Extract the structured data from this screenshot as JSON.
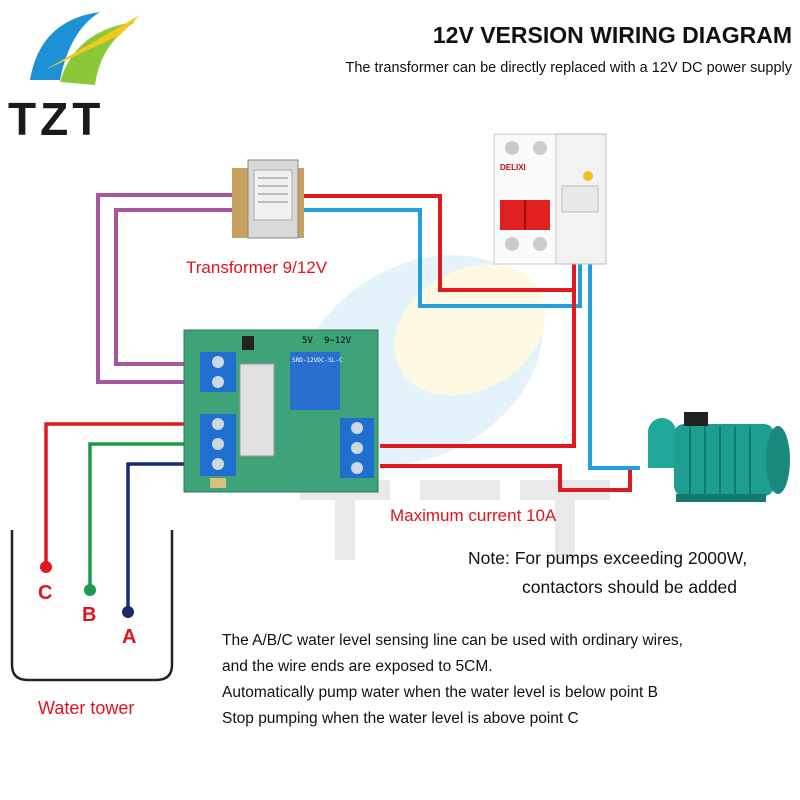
{
  "logo": {
    "text": "TZT"
  },
  "header": {
    "title": "12V VERSION WIRING DIAGRAM",
    "subtitle": "The transformer can be directly replaced with a 12V DC power supply"
  },
  "labels": {
    "transformer": "Transformer 9/12V",
    "max_current": "Maximum current 10A",
    "water_tower": "Water tower",
    "level_c": "C",
    "level_b": "B",
    "level_a": "A"
  },
  "note": {
    "line1": "Note: For pumps exceeding 2000W,",
    "line2": "contactors should be added"
  },
  "description": {
    "lines": [
      "The A/B/C water level sensing line can be used with ordinary wires,",
      "and the wire ends are exposed to 5CM.",
      "Automatically pump water when the water level is below point B",
      "Stop pumping when the water level is above point C"
    ]
  },
  "pcb": {
    "label_5v": "5V",
    "label_12v": "9~12V",
    "relay_text": "SRD-12VDC-SL-C"
  },
  "breaker": {
    "brand": "DELIXI"
  },
  "colors": {
    "purple_wire": "#a8589a",
    "blue_wire": "#22a0dc",
    "red_wire": "#e01820",
    "green_wire": "#1a9a4a",
    "navy_wire": "#1a2a6a",
    "pcb": "#3fa37a",
    "terminal": "#1f6fd0",
    "pump": "#20a89a"
  }
}
